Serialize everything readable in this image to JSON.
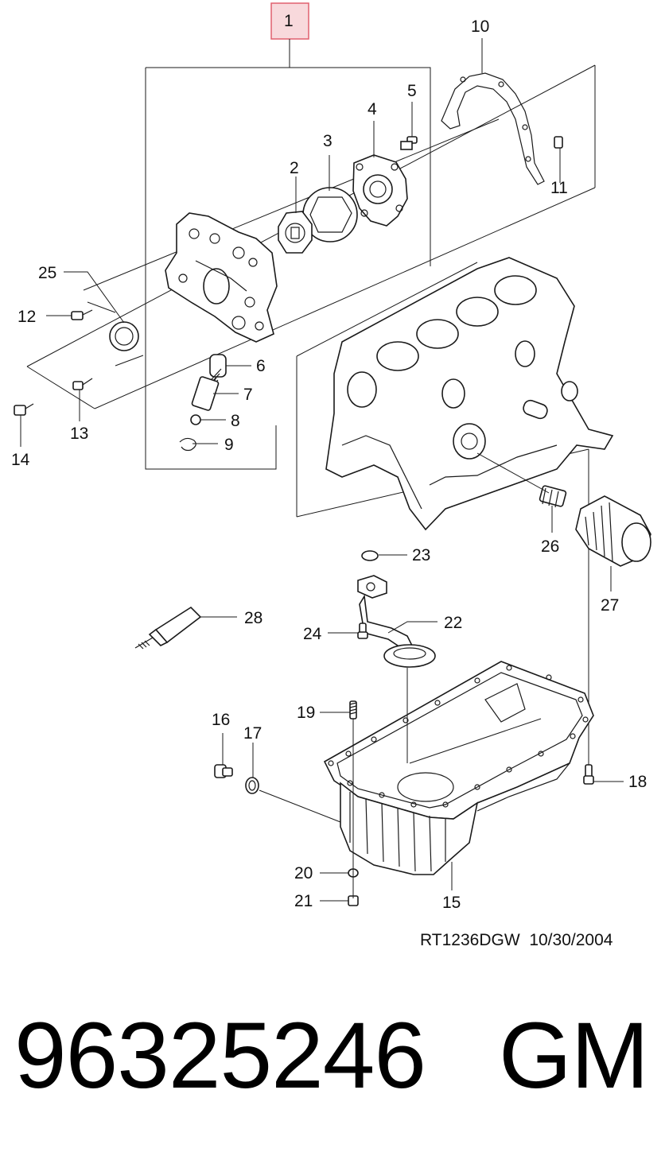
{
  "diagram": {
    "callouts": [
      "1",
      "2",
      "3",
      "4",
      "5",
      "6",
      "7",
      "8",
      "9",
      "10",
      "11",
      "12",
      "13",
      "14",
      "15",
      "16",
      "17",
      "18",
      "19",
      "20",
      "21",
      "22",
      "23",
      "24",
      "25",
      "26",
      "27",
      "28"
    ],
    "highlight_color": "#f8d9dc",
    "highlight_border": "#e0606e",
    "reference": "RT1236DGW  10/30/2004"
  },
  "footer": {
    "part_number": "96325246",
    "brand": "GM"
  }
}
